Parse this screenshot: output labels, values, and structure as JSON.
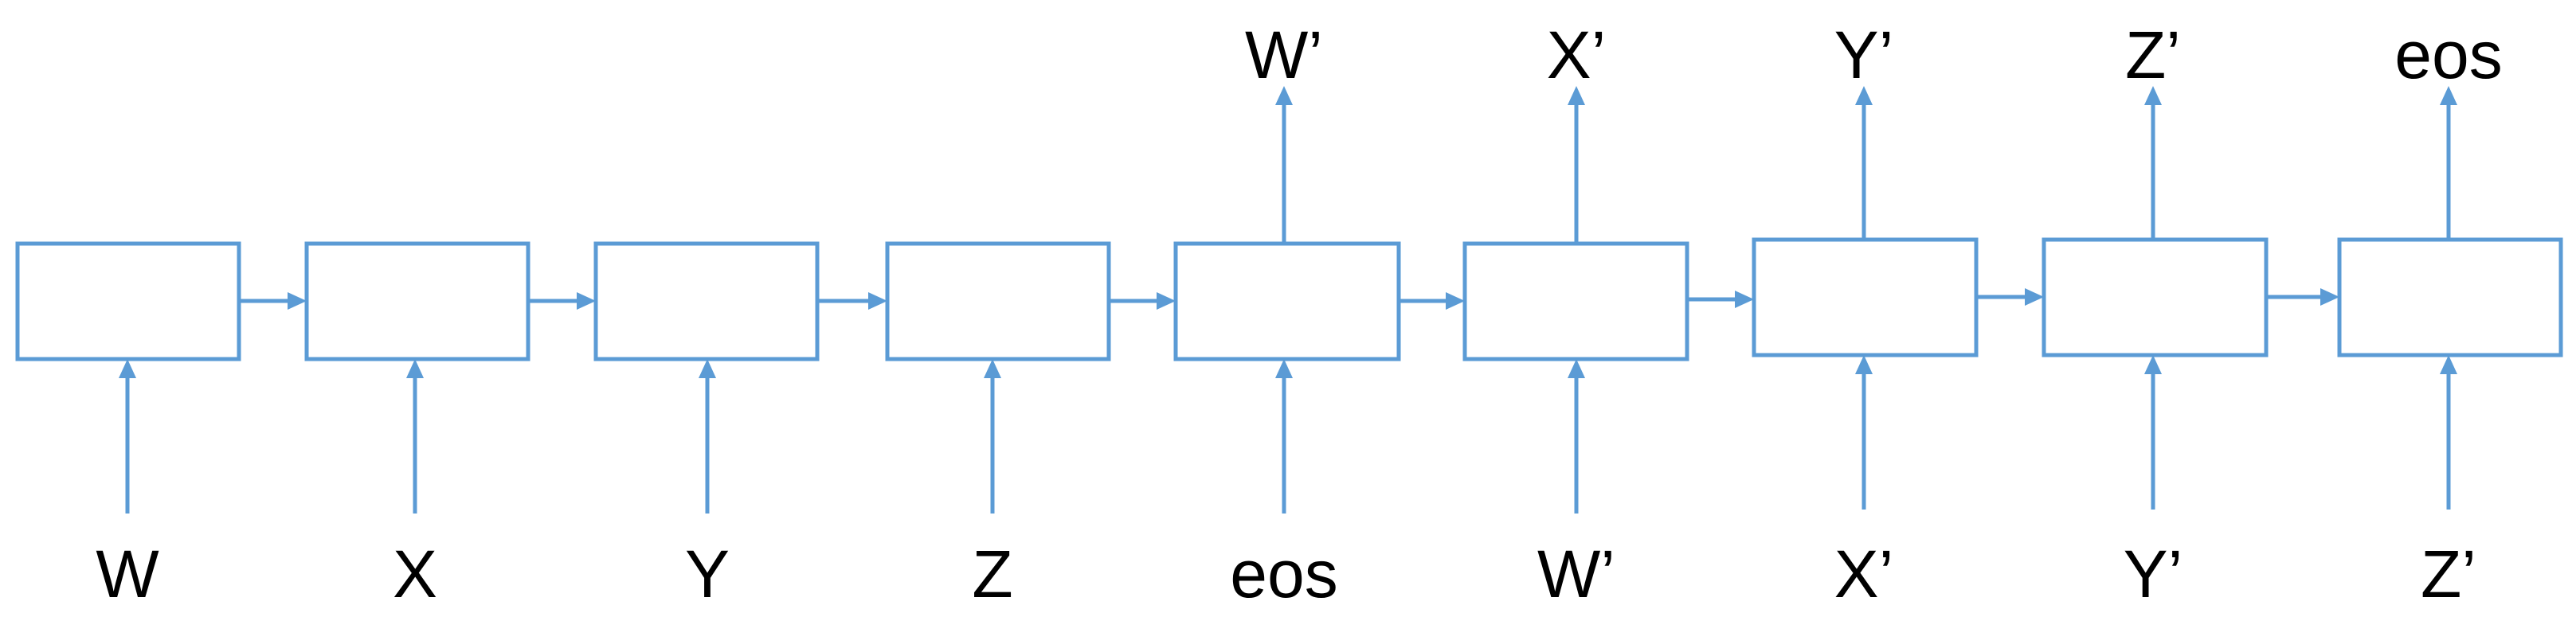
{
  "diagram": {
    "line_color": "#5b9bd5",
    "inputs": [
      "W",
      "X",
      "Y",
      "Z",
      "eos",
      "W’",
      "X’",
      "Y’",
      "Z’"
    ],
    "outputs": [
      "",
      "",
      "",
      "",
      "W’",
      "X’",
      "Y’",
      "Z’",
      "eos"
    ]
  }
}
